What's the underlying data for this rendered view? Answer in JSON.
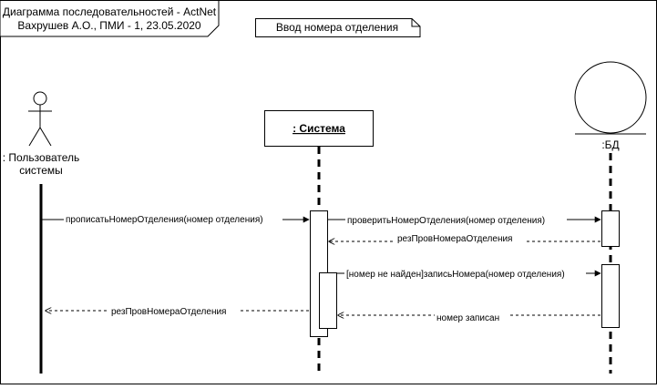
{
  "frame": {
    "title_line1": "Диаграмма последовательностей - ActNet",
    "title_line2": "Вахрушев А.О., ПМИ - 1, 23.05.2020"
  },
  "note": {
    "label": "Ввод номера отделения"
  },
  "actors": {
    "user": {
      "label_line1": ": Пользователь",
      "label_line2": "системы"
    },
    "system": {
      "label": ": Система"
    },
    "db": {
      "label": ":БД"
    }
  },
  "messages": {
    "m1": "прописатьНомерОтделения(номер отделения)",
    "m2": "проверитьНомерОтделения(номер отделения)",
    "m3": "резПровНомераОтделения",
    "m4": "[номер не найден]записьНомера(номер отделения)",
    "m5": "номер записан",
    "m6": "резПровНомераОтделения"
  }
}
